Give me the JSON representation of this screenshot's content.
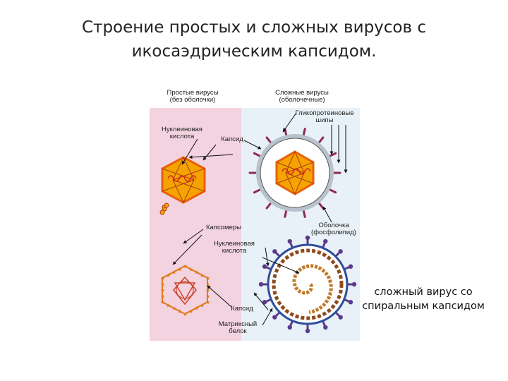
{
  "slide": {
    "title_line1": "Строение простых и сложных вирусов с",
    "title_line2": "икосаэдрическим капсидом."
  },
  "figure": {
    "simple_header_line1": "Простые вирусы",
    "simple_header_line2": "(без оболочки)",
    "complex_header_line1": "Сложные вирусы",
    "complex_header_line2": "(оболочечные)",
    "glyco_line1": "Гликопротеиновые",
    "glyco_line2": "шипы",
    "nucleic_top_line1": "Нуклеиновая",
    "nucleic_top_line2": "кислота",
    "capsid_top": "Капсид",
    "envelope_line1": "Оболочка",
    "envelope_line2": "(фосфолипид)",
    "capsomeres": "Капсомеры",
    "nucleic_bottom_line1": "Нуклеиновая",
    "nucleic_bottom_line2": "кислота",
    "capsid_bottom": "Капсид",
    "matrix_line1": "Матриксный",
    "matrix_line2": "белок"
  },
  "caption": {
    "line1": "сложный вирус со",
    "line2": "спиральным капсидом"
  },
  "colors": {
    "left_bg": "#f3d3e0",
    "right_bg": "#e8f1f7",
    "capsid_fill": "#f4a300",
    "capsid_edge": "#e8600a",
    "nucleic": "#d6232a",
    "spike": "#8e2a50",
    "envelope_ring": "#2f4f9a"
  }
}
